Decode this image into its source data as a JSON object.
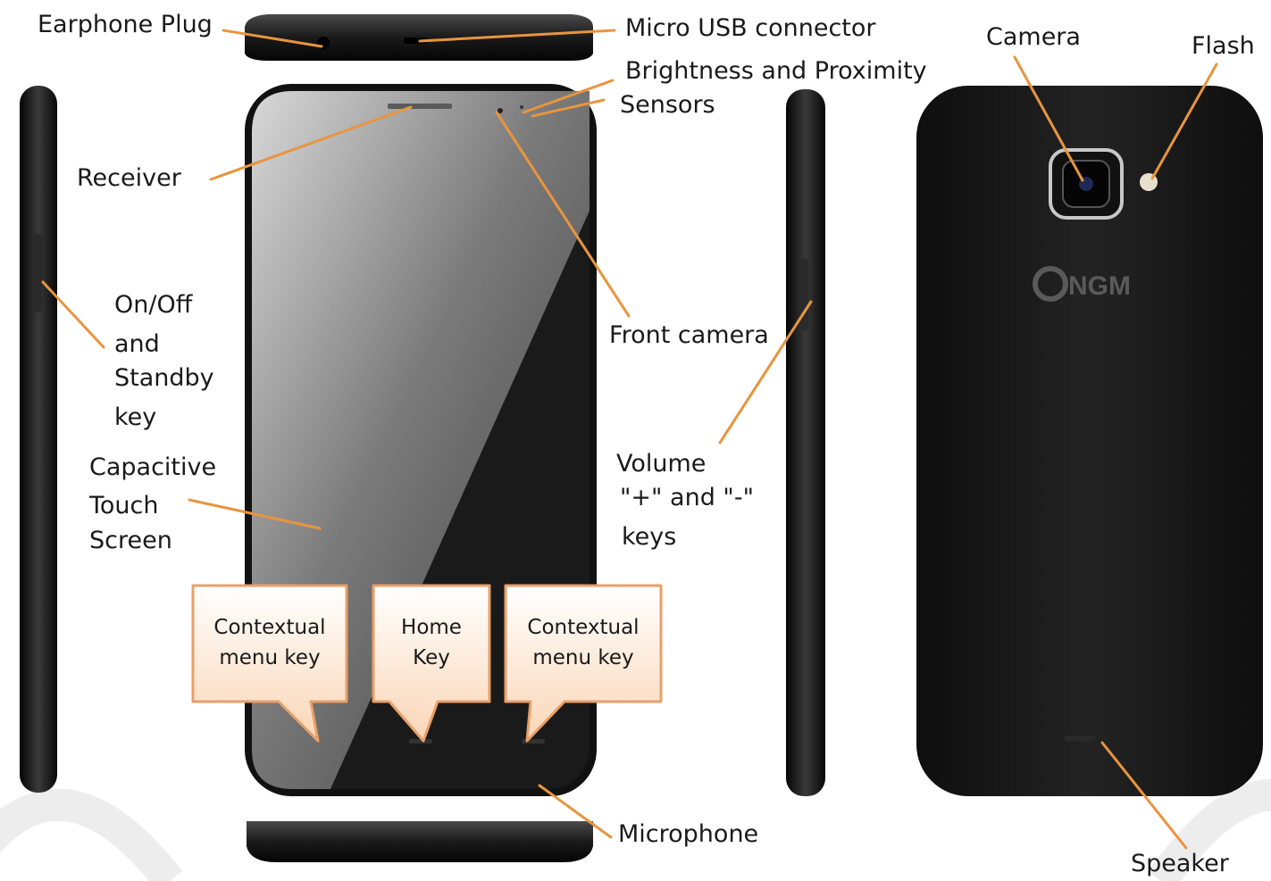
{
  "labels": {
    "earphone_plug": "Earphone Plug",
    "micro_usb": "Micro USB connector",
    "brightness_line1": "Brightness and Proximity",
    "brightness_line2": "Sensors",
    "camera": "Camera",
    "flash": "Flash",
    "receiver": "Receiver",
    "onoff_line1": "On/Off",
    "onoff_line2": "and",
    "onoff_line3": "Standby",
    "onoff_line4": "key",
    "capacitive_line1": "Capacitive",
    "capacitive_line2": "Touch",
    "capacitive_line3": "Screen",
    "front_camera": "Front camera",
    "volume_line1": "Volume",
    "volume_line2": "\"+\" and \"-\"",
    "volume_line3": "keys",
    "microphone": "Microphone",
    "speaker": "Speaker"
  },
  "callouts": {
    "left_line1": "Contextual",
    "left_line2": "menu key",
    "home_line1": "Home",
    "home_line2": "Key",
    "right_line1": "Contextual",
    "right_line2": "menu key"
  },
  "brand": {
    "logo_text": "NGM"
  },
  "colors": {
    "leader": "#e8953f",
    "callout_border": "#e8a06a",
    "callout_fill_top": "#ffffff",
    "callout_fill_bottom": "#fbd9bd",
    "phone_body": "#1c1c1c"
  }
}
